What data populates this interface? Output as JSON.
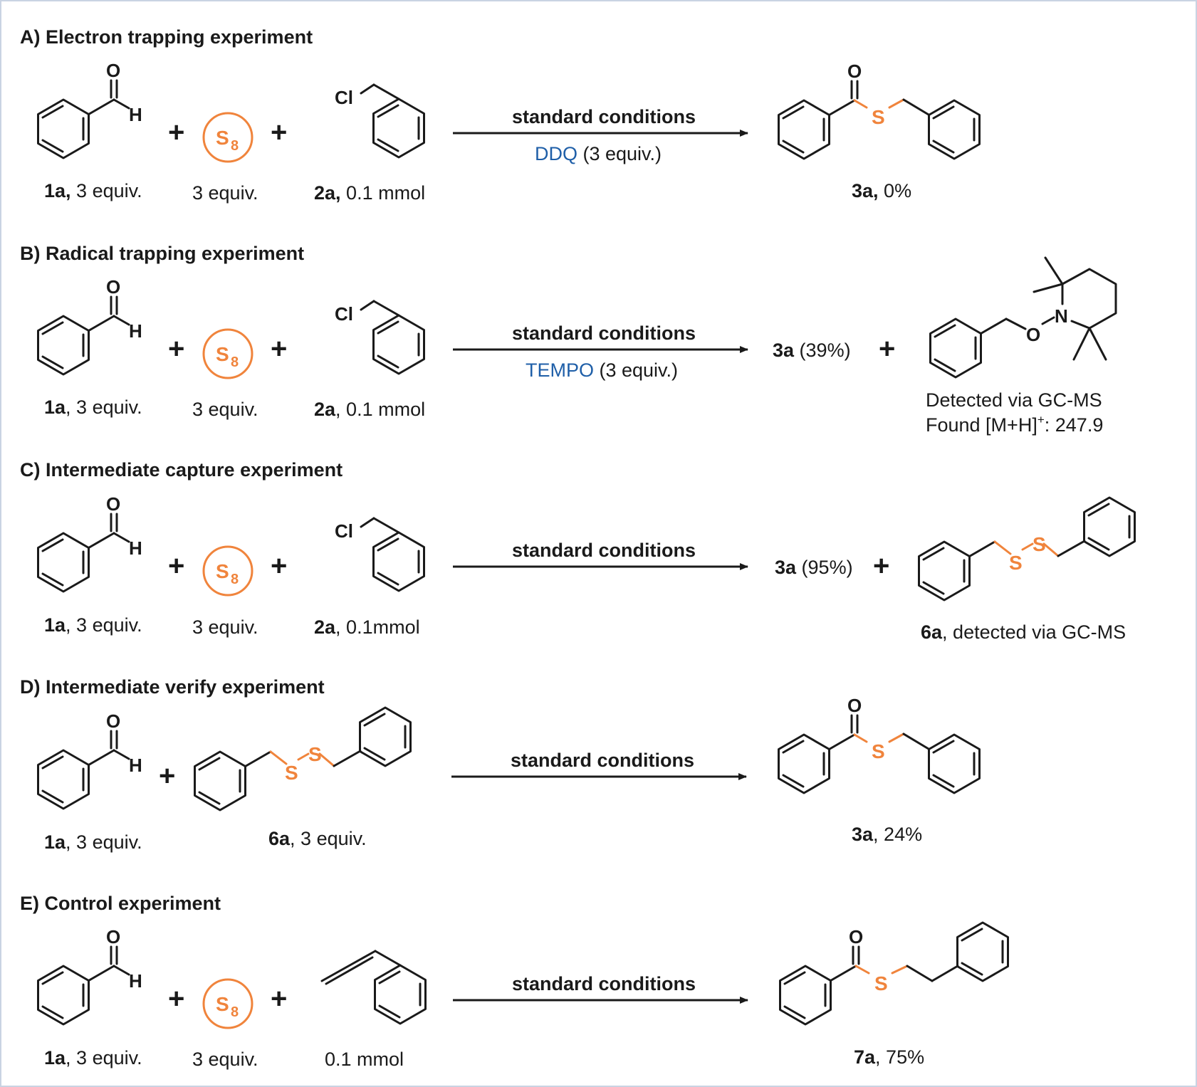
{
  "sections": {
    "A": {
      "heading": "A) Electron trapping experiment",
      "label_1a": [
        "1a,",
        " 3 equiv."
      ],
      "label_s8": "3 equiv.",
      "label_2a": [
        "2a,",
        " 0.1 mmol"
      ],
      "conditions": "standard conditions",
      "reagent": [
        "DDQ",
        " (3 equiv.)"
      ],
      "product": [
        "3a,",
        " 0%"
      ]
    },
    "B": {
      "heading": "B) Radical trapping experiment",
      "label_1a": [
        "1a",
        ", 3 equiv."
      ],
      "label_s8": "3 equiv.",
      "label_2a": [
        "2a",
        ", 0.1 mmol"
      ],
      "conditions": "standard conditions",
      "reagent": [
        "TEMPO",
        " (3 equiv.)"
      ],
      "product": [
        "3a",
        " (39%)"
      ],
      "detected": "Detected via GC-MS",
      "found": [
        "Found [M+H]",
        "+",
        ": 247.9"
      ]
    },
    "C": {
      "heading": "C) Intermediate capture experiment",
      "label_1a": [
        "1a",
        ", 3 equiv."
      ],
      "label_s8": "3 equiv.",
      "label_2a": [
        "2a",
        ", 0.1mmol"
      ],
      "conditions": "standard conditions",
      "product": [
        "3a",
        " (95%)"
      ],
      "side": [
        "6a",
        ", detected via GC-MS"
      ]
    },
    "D": {
      "heading": "D) Intermediate verify experiment",
      "label_1a": [
        "1a",
        ", 3 equiv."
      ],
      "label_6a": [
        "6a",
        ", 3 equiv."
      ],
      "conditions": "standard conditions",
      "product": [
        "3a",
        ", 24%"
      ]
    },
    "E": {
      "heading": "E) Control experiment",
      "label_1a": [
        "1a",
        ", 3 equiv."
      ],
      "label_s8": "3 equiv.",
      "label_sty": "0.1 mmol",
      "conditions": "standard conditions",
      "product": [
        "7a",
        ", 75%"
      ]
    }
  },
  "atoms": {
    "O": "O",
    "H": "H",
    "Cl": "Cl",
    "S": "S",
    "N": "N",
    "S8": "S",
    "S8_sub": "8"
  },
  "colors": {
    "sulfur": "#f0843c",
    "reagent": "#1f5fa8",
    "border": "#c9d3e3"
  }
}
